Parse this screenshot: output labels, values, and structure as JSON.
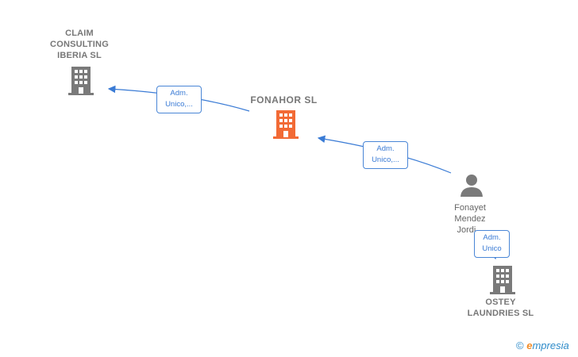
{
  "nodes": {
    "claim": {
      "label_lines": [
        "CLAIM",
        "CONSULTING",
        "IBERIA  SL"
      ],
      "icon": "building-icon",
      "color": "#7a7a7a"
    },
    "fonahor": {
      "label": "FONAHOR  SL",
      "icon": "building-icon",
      "color": "#f26a35"
    },
    "person": {
      "label_lines": [
        "Fonayet",
        "Mendez",
        "Jordi..."
      ],
      "icon": "person-icon",
      "color": "#7a7a7a"
    },
    "ostey": {
      "label_lines": [
        "OSTEY",
        "LAUNDRIES  SL"
      ],
      "icon": "building-icon",
      "color": "#7a7a7a"
    }
  },
  "relations": {
    "fonahor_to_claim": {
      "line1": "Adm.",
      "line2": "Unico,..."
    },
    "person_to_fonahor": {
      "line1": "Adm.",
      "line2": "Unico,..."
    },
    "person_to_ostey": {
      "line1": "Adm.",
      "line2": "Unico"
    }
  },
  "edge_color": "#3a7bd5",
  "brand": {
    "copyright": "©",
    "name_first": "e",
    "name_rest": "mpresia"
  }
}
